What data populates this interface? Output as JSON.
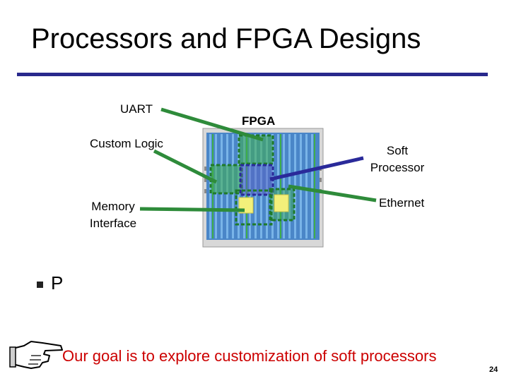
{
  "slide": {
    "title": "Processors and FPGA Designs",
    "page_number": "24"
  },
  "diagram": {
    "fpga_label": "FPGA",
    "labels": {
      "uart": "UART",
      "custom_logic": "Custom Logic",
      "memory_interface_line1": "Memory",
      "memory_interface_line2": "Interface",
      "soft_processor_line1": "Soft",
      "soft_processor_line2": "Processor",
      "ethernet": "Ethernet"
    },
    "colors": {
      "green_connector": "#2e8b3a",
      "blue_connector": "#2a2a9a",
      "rule": "#29298c"
    }
  },
  "bullets": [
    {
      "text": "P"
    }
  ],
  "note": {
    "icon": "pointing-hand-icon",
    "text": "Our goal is to explore customization of soft processors",
    "color": "#cc0000"
  }
}
